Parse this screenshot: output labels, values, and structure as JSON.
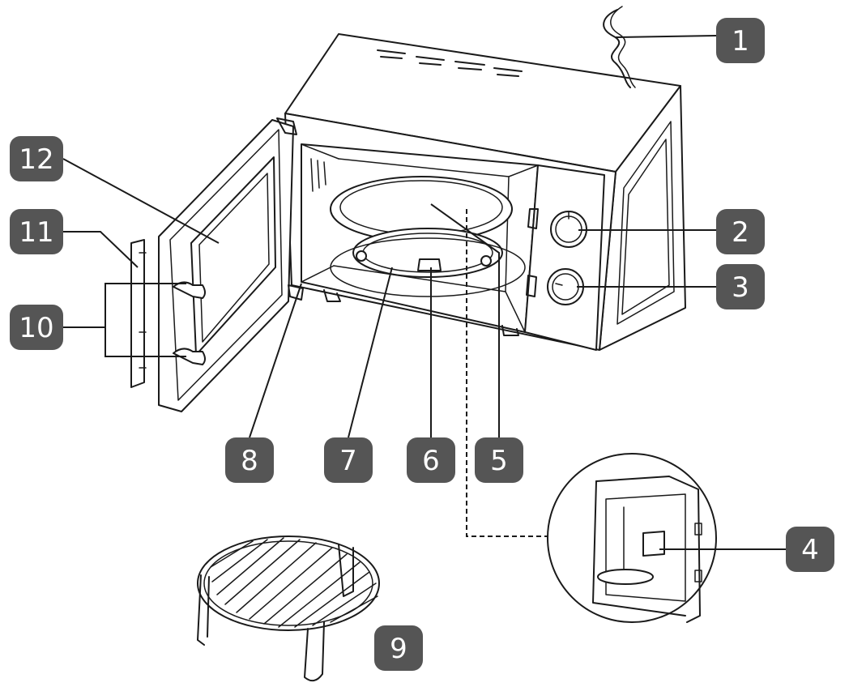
{
  "diagram": {
    "callouts": [
      {
        "id": "c1",
        "label": "1"
      },
      {
        "id": "c2",
        "label": "2"
      },
      {
        "id": "c3",
        "label": "3"
      },
      {
        "id": "c4",
        "label": "4"
      },
      {
        "id": "c5",
        "label": "5"
      },
      {
        "id": "c6",
        "label": "6"
      },
      {
        "id": "c7",
        "label": "7"
      },
      {
        "id": "c8",
        "label": "8"
      },
      {
        "id": "c9",
        "label": "9"
      },
      {
        "id": "c10",
        "label": "10"
      },
      {
        "id": "c11",
        "label": "11"
      },
      {
        "id": "c12",
        "label": "12"
      }
    ],
    "colors": {
      "badge_fill": "#555555",
      "line": "#1a1a1a",
      "background": "#ffffff"
    }
  }
}
